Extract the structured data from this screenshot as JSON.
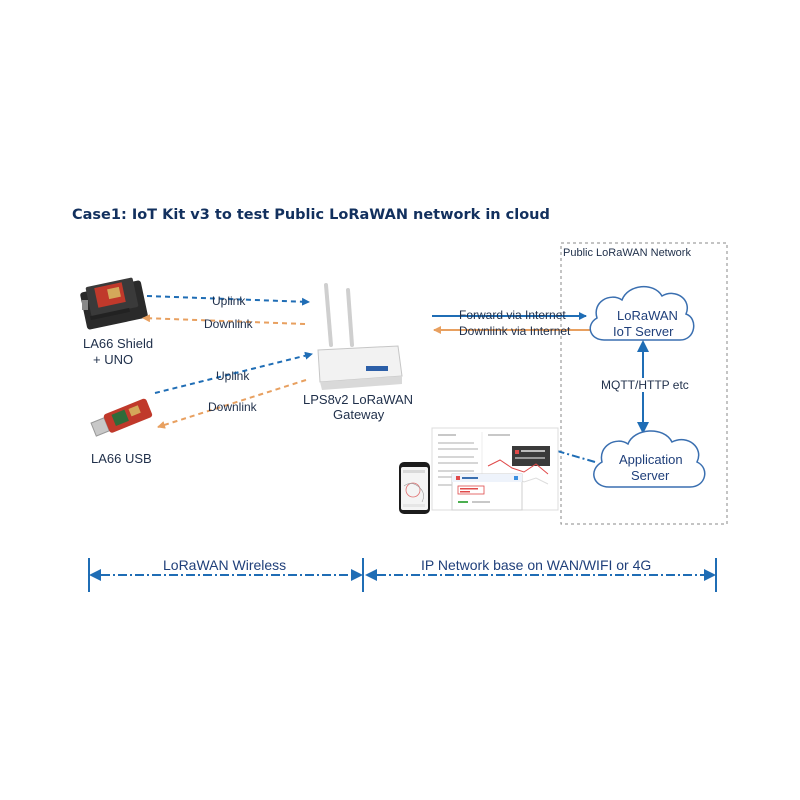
{
  "title": "Case1: IoT Kit v3 to test Public LoRaWAN network in cloud",
  "devices": {
    "shield_line1": "LA66 Shield",
    "shield_line2": "+ UNO",
    "usb": "LA66 USB",
    "gateway_line1": "LPS8v2 LoRaWAN",
    "gateway_line2": "Gateway"
  },
  "links": {
    "uplink_1": "Uplink",
    "downlink_1": "Downlink",
    "uplink_2": "Uplink",
    "downlink_2": "Downlink",
    "forward": "Forward via Internet",
    "downlink_internet": "Downlink via Internet",
    "mqtt": "MQTT/HTTP etc"
  },
  "network_box": {
    "label": "Public LoRaWAN Network"
  },
  "clouds": {
    "iot_line1": "LoRaWAN",
    "iot_line2": "IoT Server",
    "app_line1": "Application",
    "app_line2": "Server"
  },
  "bottom": {
    "wireless": "LoRaWAN Wireless",
    "ip": "IP Network base on WAN/WIFI or 4G"
  },
  "colors": {
    "uplink": "#1f6db5",
    "downlink": "#e8a060",
    "title": "#12305e",
    "board_red": "#c0392b"
  }
}
